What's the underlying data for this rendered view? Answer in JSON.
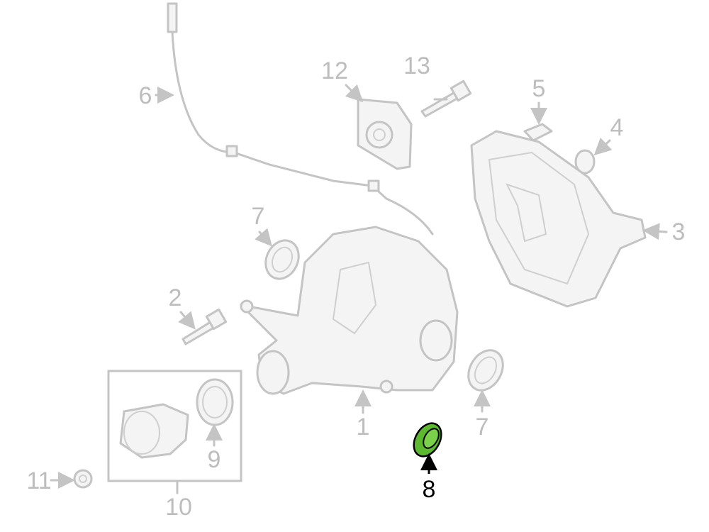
{
  "diagram": {
    "highlight_color": "#5cb82e",
    "muted_color": "#c4c4c4",
    "highlighted_part": "8",
    "callouts": [
      {
        "id": "c1",
        "label": "1"
      },
      {
        "id": "c2",
        "label": "2"
      },
      {
        "id": "c3",
        "label": "3"
      },
      {
        "id": "c4",
        "label": "4"
      },
      {
        "id": "c5",
        "label": "5"
      },
      {
        "id": "c6",
        "label": "6"
      },
      {
        "id": "c7a",
        "label": "7"
      },
      {
        "id": "c7b",
        "label": "7"
      },
      {
        "id": "c8",
        "label": "8"
      },
      {
        "id": "c9",
        "label": "9"
      },
      {
        "id": "c10",
        "label": "10"
      },
      {
        "id": "c11",
        "label": "11"
      },
      {
        "id": "c12",
        "label": "12"
      },
      {
        "id": "c13",
        "label": "13"
      }
    ]
  }
}
